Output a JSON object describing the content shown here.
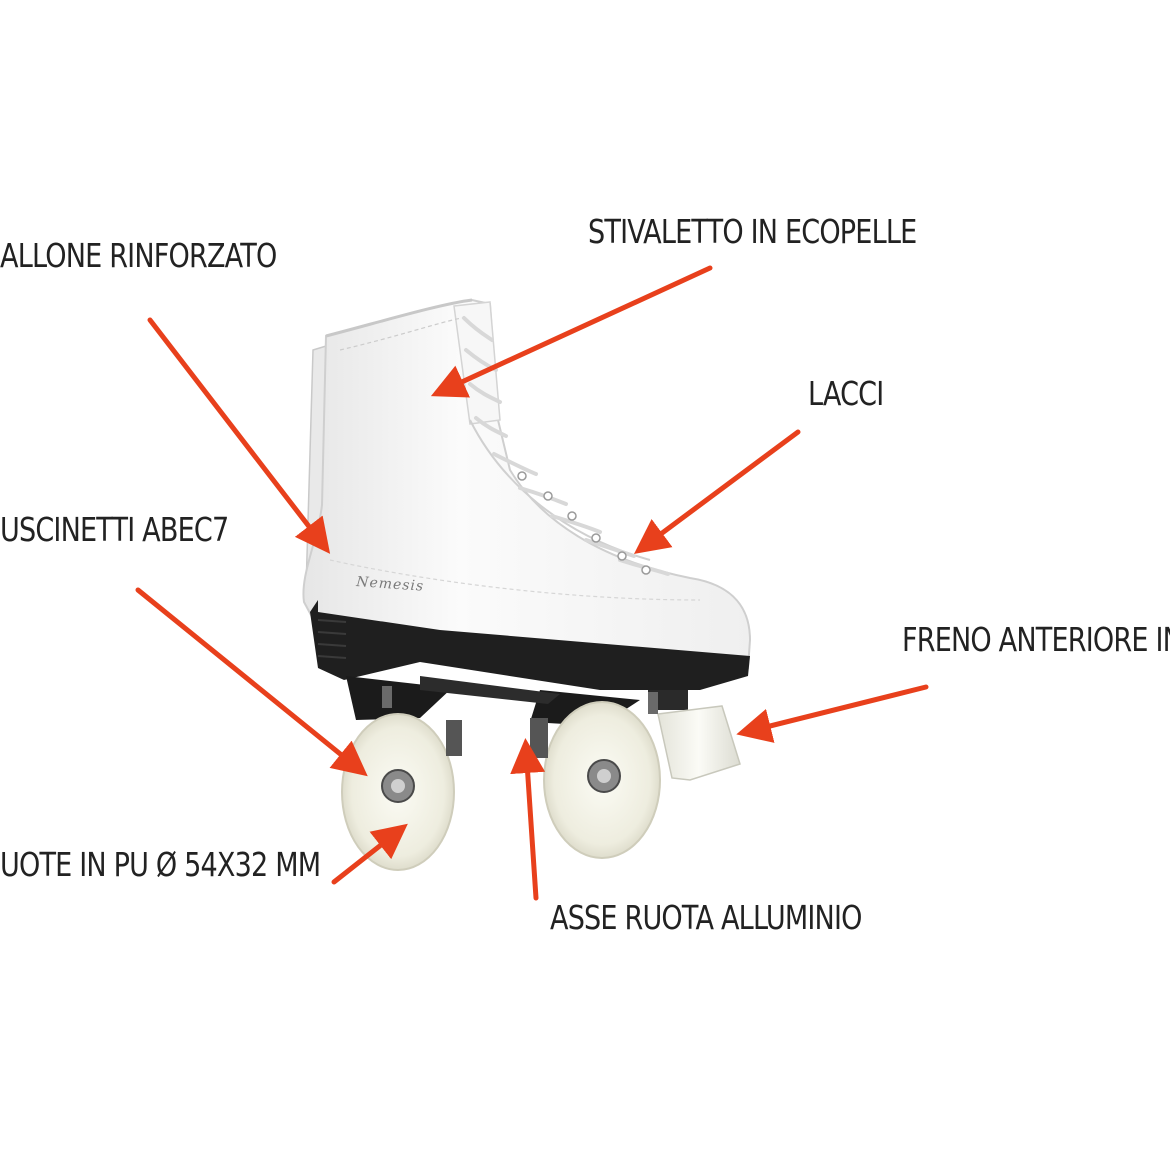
{
  "labels": {
    "tallone": "ALLONE RINFORZATO",
    "stivaletto": "STIVALETTO IN ECOPELLE",
    "lacci": "LACCI",
    "cuscinetti": "USCINETTI ABEC7",
    "freno": "FRENO ANTERIORE IN I",
    "ruote": "UOTE IN PU Ø 54X32 MM",
    "asse": "ASSE RUOTA ALLUMINIO"
  },
  "brand_text": "Nemesis",
  "colors": {
    "arrow": "#e8401c",
    "text": "#222222",
    "boot": "#f4f4f4",
    "sole": "#1f1f1f",
    "wheel": "#efeee3",
    "background": "#ffffff"
  }
}
